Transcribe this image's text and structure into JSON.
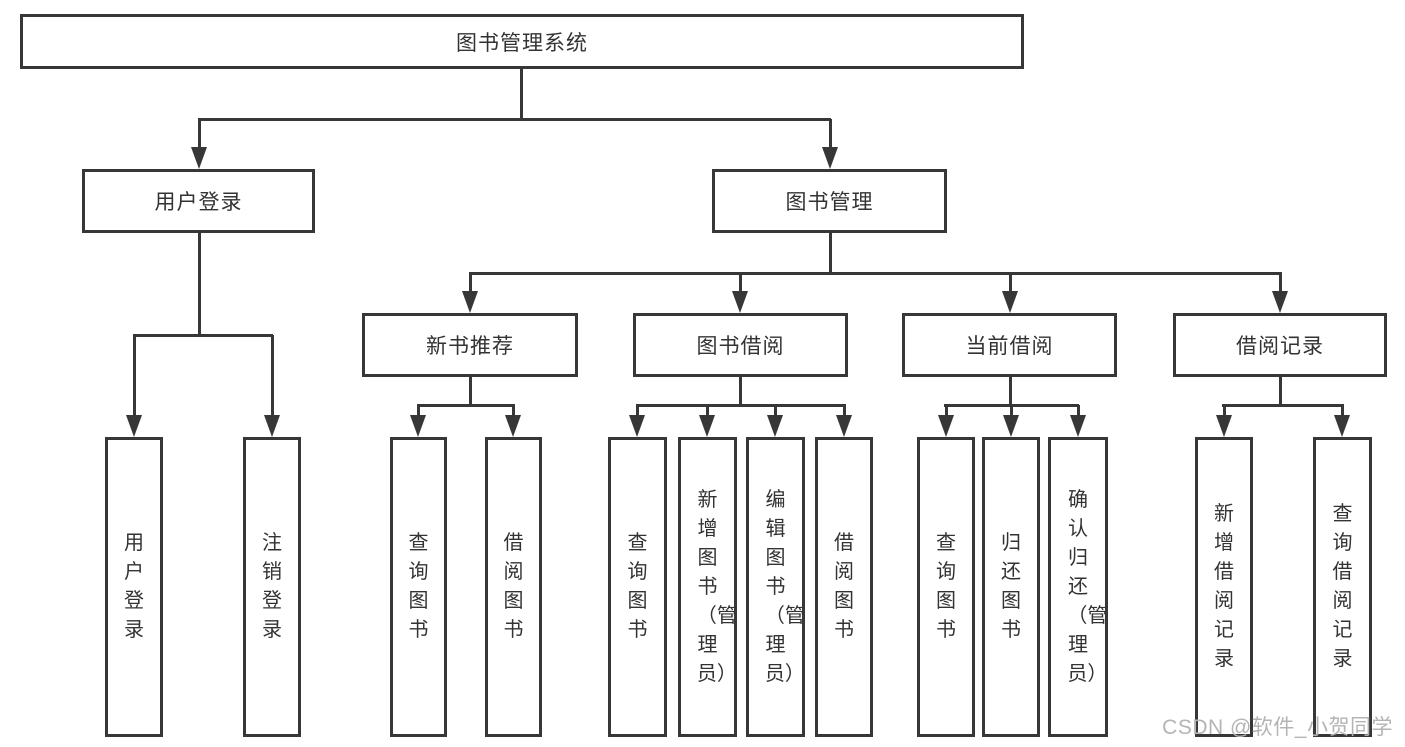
{
  "diagram": {
    "root": {
      "label": "图书管理系统"
    },
    "level2": [
      {
        "label": "用户登录"
      },
      {
        "label": "图书管理"
      }
    ],
    "level3": [
      {
        "label": "新书推荐"
      },
      {
        "label": "图书借阅"
      },
      {
        "label": "当前借阅"
      },
      {
        "label": "借阅记录"
      }
    ],
    "leaves": [
      {
        "label": "用户登录",
        "parent": "用户登录"
      },
      {
        "label": "注销登录",
        "parent": "用户登录"
      },
      {
        "label": "查询图书",
        "parent": "新书推荐"
      },
      {
        "label": "借阅图书",
        "parent": "新书推荐"
      },
      {
        "label": "查询图书",
        "parent": "图书借阅"
      },
      {
        "label": "新增图书（管理员）",
        "parent": "图书借阅"
      },
      {
        "label": "编辑图书（管理员）",
        "parent": "图书借阅"
      },
      {
        "label": "借阅图书",
        "parent": "图书借阅"
      },
      {
        "label": "查询图书",
        "parent": "当前借阅"
      },
      {
        "label": "归还图书",
        "parent": "当前借阅"
      },
      {
        "label": "确认归还（管理员）",
        "parent": "当前借阅"
      },
      {
        "label": "新增借阅记录",
        "parent": "借阅记录"
      },
      {
        "label": "查询借阅记录",
        "parent": "借阅记录"
      }
    ],
    "colors": {
      "line": "#373737",
      "text": "#333333",
      "watermark": "#b4b4b4",
      "background": "#ffffff"
    },
    "watermark": "CSDN @软件_小贺同学"
  }
}
